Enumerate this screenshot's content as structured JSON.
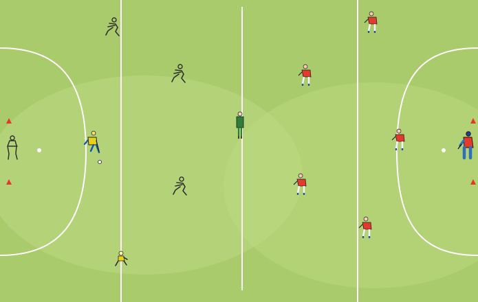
{
  "colors": {
    "grass": "#a9cb6b",
    "grass_light": "#bddb83",
    "line": "#ffffff",
    "red_team": "#e23b2c",
    "yellow_team": "#e7d21b",
    "green_umpire": "#2f7d3a",
    "cone": "#e3392b",
    "outline": "#2f2f2f"
  },
  "players": {
    "outline": [
      {
        "name": "outline-player-top-left"
      },
      {
        "name": "outline-player-upper-mid-left"
      },
      {
        "name": "outline-player-lower-mid-left"
      },
      {
        "name": "outline-player-goal-left"
      }
    ],
    "yellow": [
      {
        "name": "yellow-player-with-ball"
      },
      {
        "name": "yellow-player-bottom-left"
      }
    ],
    "red": [
      {
        "name": "red-player-top-right"
      },
      {
        "name": "red-player-upper-mid-right"
      },
      {
        "name": "red-player-lower-mid-right"
      },
      {
        "name": "red-player-bottom-right"
      },
      {
        "name": "red-player-near-right-circle"
      }
    ],
    "goalkeeper": {
      "name": "goalkeeper-right"
    },
    "umpire": {
      "name": "green-umpire-center"
    }
  },
  "balls": [
    {
      "name": "ball-left-spot"
    },
    {
      "name": "ball-right-spot"
    },
    {
      "name": "ball-near-yellow-player"
    }
  ]
}
